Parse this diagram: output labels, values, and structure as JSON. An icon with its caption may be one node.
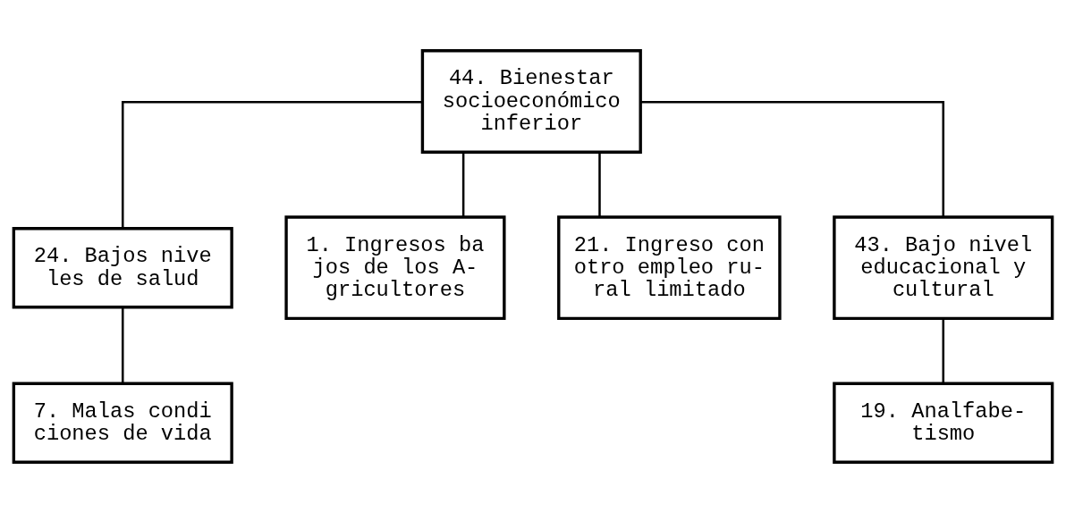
{
  "diagram": {
    "nodes": [
      {
        "text": [
          "44. Bienestar socioeconómico inferior"
        ]
      },
      {
        "text": [
          "24. Bajos nive les de salud"
        ]
      },
      {
        "text": [
          "1. Ingresos ba jos de los A- gricultores"
        ]
      },
      {
        "text": [
          "21. Ingreso con otro empleo ru- ral limitado"
        ]
      },
      {
        "text": [
          "43. Bajo nivel educacional y cultural"
        ]
      },
      {
        "text": [
          "7. Malas condi ciones de vida"
        ]
      },
      {
        "text": [
          "19. Analfabe- tismo"
        ]
      }
    ],
    "edges": [
      {
        "from": 0,
        "to": 1,
        "arrow": "none"
      },
      {
        "from": 0,
        "to": 2,
        "arrow": "none"
      },
      {
        "from": 0,
        "to": 3,
        "arrow": "none"
      },
      {
        "from": 0,
        "to": 4,
        "arrow": "none"
      },
      {
        "from": 1,
        "to": 5,
        "arrow": "none"
      },
      {
        "from": 4,
        "to": 6,
        "arrow": "none"
      }
    ]
  }
}
